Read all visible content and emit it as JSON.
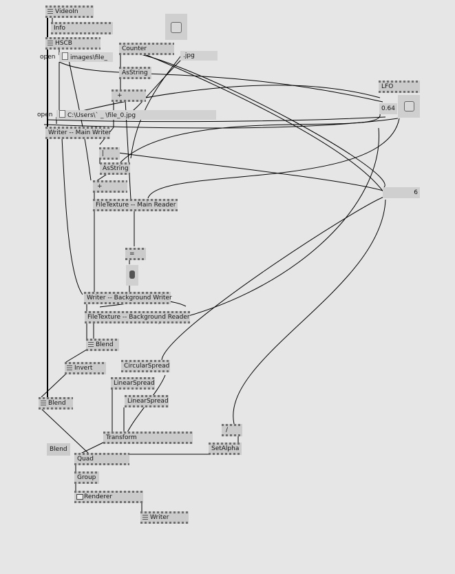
{
  "nodes": {
    "videoin": "VideoIn",
    "info": "Info",
    "hscb": "HSCB",
    "counter": "Counter",
    "asstring1": "AsString",
    "plus1": "+",
    "lfo": "LFO",
    "lfo_value": "0.64",
    "writer_main": "Writer  --  Main Writer",
    "pipe": "|",
    "asstring2": "AsString",
    "plus2": "+",
    "filetexture_main": "FileTexture  --  Main Reader",
    "number_six": "6",
    "equals": "=",
    "writer_background": "Writer  --  Background Writer",
    "filetexture_background": "FileTexture  --  Background Reader",
    "blend1": "Blend",
    "invert": "Invert",
    "circularspread": "CircularSpread",
    "linearspread1": "LinearSpread",
    "linearspread2": "LinearSpread",
    "blend2": "Blend",
    "transform": "Transform",
    "divide": "/",
    "blend3": "Blend",
    "setalpha": "SetAlpha",
    "quad": "Quad",
    "group": "Group",
    "renderer": "Renderer",
    "writer_final": "Writer"
  },
  "strings": {
    "open1": "open",
    "path_images": "images\\file_",
    "ext": ".jpg",
    "open2": "open",
    "path_full": "C:\\Users\\`                         _                    \\file_0.jpg"
  }
}
